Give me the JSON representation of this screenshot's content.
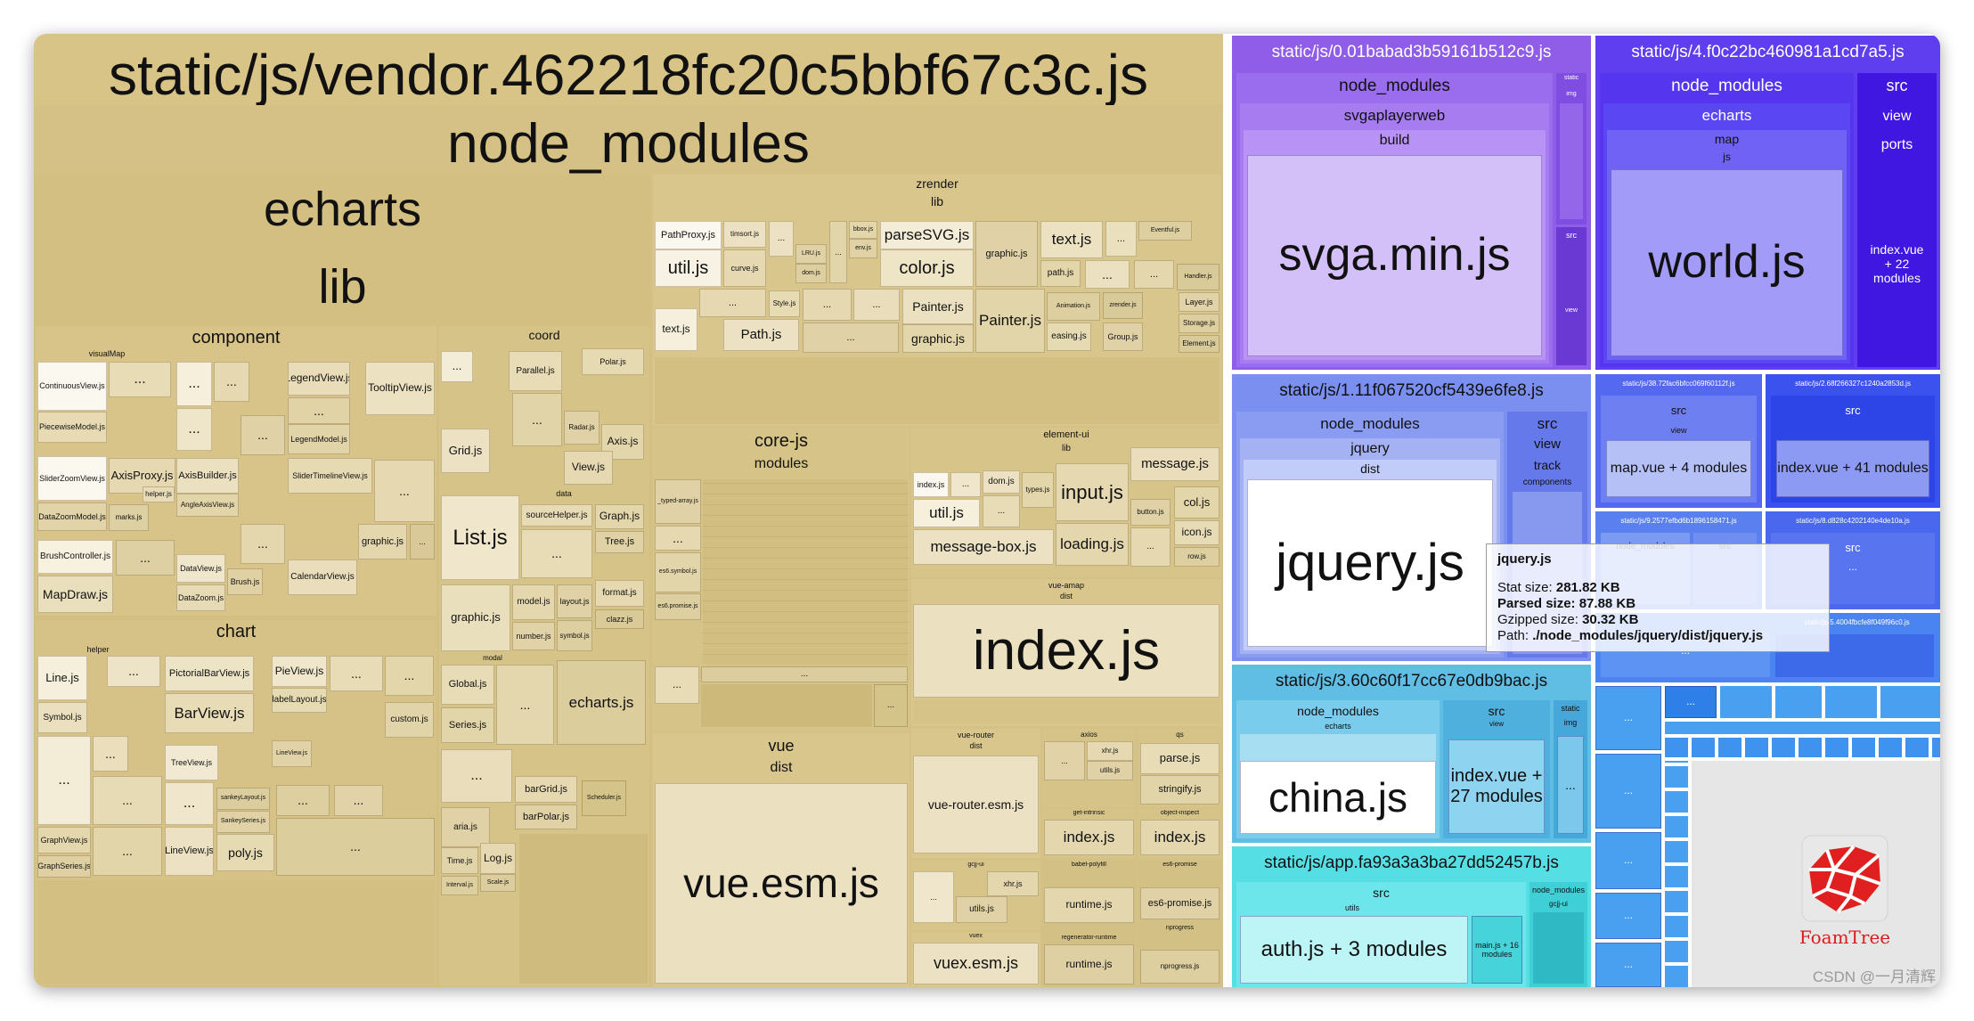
{
  "vendor": {
    "title": "static/js/vendor.462218fc20c5bbf67c3c.js",
    "node_modules": "node_modules",
    "echarts": "echarts",
    "lib": "lib",
    "component": "component",
    "coord": "coord",
    "chart": "chart",
    "helper": "helper",
    "visualMap": "visualMap",
    "modules_small": "modal",
    "data_small": "data",
    "components": {
      "continuous": "ContinuousView.js",
      "piecewise": "PiecewiseModel.js",
      "sliderzoom": "SliderZoomView.js",
      "datazoommodel": "DataZoomModel.js",
      "brushcontroller": "BrushController.js",
      "mapdraw": "MapDraw.js",
      "axisproxy": "AxisProxy.js",
      "axisbuilder": "AxisBuilder.js",
      "legendview": "LegendView.js",
      "legendmodel": "LegendModel.js",
      "tooltipview": "TooltipView.js",
      "slidertimeline": "SliderTimelineView.js",
      "graphic": "graphic.js",
      "dataview": "DataView.js",
      "datazoom": "DataZoom.js",
      "calendarview": "CalendarView.js",
      "brush": "Brush.js",
      "anglezoom": "AngleAxisView.js",
      "helperjs": "helper.js",
      "marks": "marks.js"
    },
    "coordItems": {
      "parallel": "Parallel.js",
      "polar": "Polar.js",
      "radar": "Radar.js",
      "grid": "Grid.js",
      "axis": "Axis.js",
      "view": "View.js",
      "list": "List.js",
      "sourcehelper": "sourceHelper.js",
      "graph": "Graph.js",
      "tree": "Tree.js",
      "graphic": "graphic.js",
      "model": "model.js",
      "layout": "layout.js",
      "format": "format.js",
      "number": "number.js",
      "symbol": "symbol.js",
      "clazz": "clazz.js",
      "global": "Global.js",
      "series": "Series.js",
      "echartsjs": "echarts.js",
      "aria": "aria.js",
      "bargrid": "barGrid.js",
      "barpolar": "barPolar.js",
      "time": "Time.js",
      "log": "Log.js",
      "scheduler": "Scheduler.js",
      "scale": "Scale.js",
      "interval": "Interval.js"
    },
    "chartItems": {
      "line": "Line.js",
      "symbol": "Symbol.js",
      "pictorial": "PictorialBarView.js",
      "barview": "BarView.js",
      "pieview": "PieView.js",
      "labellayout": "labelLayout.js",
      "treeview": "TreeView.js",
      "lineview2": "LineView.js",
      "custom": "custom.js",
      "sankeylayout": "sankeyLayout.js",
      "sankeyseries": "SankeySeries.js",
      "poly": "poly.js",
      "graphview": "GraphView.js",
      "graphseries": "GraphSeries.js",
      "lineview": "LineView.js"
    },
    "zrender": "zrender",
    "zlib": "lib",
    "zItems": {
      "pathproxy": "PathProxy.js",
      "timsort": "timsort.js",
      "util": "util.js",
      "curve": "curve.js",
      "parsesvg": "parseSVG.js",
      "color": "color.js",
      "lru": "LRU.js",
      "dom": "dom.js",
      "bbox": "bbox.js",
      "env": "env.js",
      "graphic": "graphic.js",
      "textjs": "text.js",
      "path": "path.js",
      "eventful": "Eventful.js",
      "handler": "Handler.js",
      "text": "text.js",
      "pathjs": "Path.js",
      "style": "Style.js",
      "painter": "Painter.js",
      "painter2": "Painter.js",
      "graphicjs": "graphic.js",
      "animation": "Animation.js",
      "zrender": "zrender.js",
      "layer": "Layer.js",
      "storage": "Storage.js",
      "easing": "easing.js",
      "group": "Group.js",
      "element": "Element.js"
    },
    "corejs": "core-js",
    "coremodules": "modules",
    "coreItems": {
      "typedarray": "_typed-array.js",
      "es6symbol": "es6.symbol.js",
      "es6promise": "es6.promise.js"
    },
    "elementui": "element-ui",
    "elib": "lib",
    "eItems": {
      "index": "index.js",
      "dom": "dom.js",
      "types": "types.js",
      "input": "input.js",
      "message": "message.js",
      "util": "util.js",
      "button": "button.js",
      "col": "col.js",
      "icon": "icon.js",
      "messagebox": "message-box.js",
      "loading": "loading.js",
      "row": "row.js"
    },
    "vueamap": "vue-amap",
    "amapdist": "dist",
    "amapindex": "index.js",
    "vue": "vue",
    "vuedist": "dist",
    "vueesm": "vue.esm.js",
    "vuerouter": "vue-router",
    "vrdist": "dist",
    "vrfile": "vue-router.esm.js",
    "axios": "axios",
    "axiosItems": {
      "xhr": "xhr.js",
      "utils": "utils.js",
      "index": "index.js"
    },
    "qs": "qs",
    "qsItems": {
      "parse": "parse.js",
      "stringify": "stringify.js"
    },
    "getintrinsic": "get-intrinsic",
    "objectinspect": "object-inspect",
    "objindex": "index.js",
    "gcjui": "gcjj-ui",
    "gcjItems": {
      "xhr": "xhr.js",
      "utils": "utils.js"
    },
    "babelpolyfill": "babel-polyfill",
    "es6promise": "es6-promise",
    "runtime": "runtime.js",
    "es6promisejs": "es6-promise.js",
    "nprogress": "nprogress",
    "nprogressjs": "nprogress.js",
    "vuex": "vuex",
    "vuexesm": "vuex.esm.js",
    "regenerator": "regenerator-runtime",
    "runtime2": "runtime.js",
    "ellipsis": "..."
  },
  "chunk0": {
    "title": "static/js/0.01babad3b59161b512c9.js",
    "node_modules": "node_modules",
    "svgaplayerweb": "svgaplayerweb",
    "build": "build",
    "file": "svga.min.js",
    "static": "static",
    "img": "img",
    "src": "src",
    "view": "view"
  },
  "chunk4": {
    "title": "static/js/4.f0c22bc460981a1cd7a5.js",
    "node_modules": "node_modules",
    "echarts": "echarts",
    "map": "map",
    "js": "js",
    "file": "world.js",
    "src": "src",
    "view": "view",
    "ports": "ports",
    "indexvue": "index.vue + 22 modules"
  },
  "chunk1": {
    "title": "static/js/1.11f067520cf5439e6fe8.js",
    "node_modules": "node_modules",
    "jquery": "jquery",
    "dist": "dist",
    "file": "jquery.js",
    "src": "src",
    "view": "view",
    "track": "track",
    "components": "components"
  },
  "chunkA": {
    "title": "static/js/38.72fac6bfcc069f60112f.js",
    "src": "src",
    "view": "view",
    "file": "map.vue + 4 modules"
  },
  "chunkB": {
    "title": "static/js/2.68f266327c1240a2853d.js",
    "src": "src",
    "file": "index.vue + 41 modules"
  },
  "chunkC": {
    "title": "static/js/9.2577efbd6b1896158471.js",
    "node_modules": "node_modules",
    "src": "src"
  },
  "chunkD": {
    "title": "static/js/8.d828c4202140e4de10a.js",
    "src": "src"
  },
  "chunkE": {
    "title": "static/js/5.4004fbcfe8f049f96c0.js"
  },
  "chunk3": {
    "title": "static/js/3.60c60f17cc67e0db9bac.js",
    "node_modules": "node_modules",
    "echarts": "echarts",
    "file": "china.js",
    "src": "src",
    "view": "view",
    "indexvue": "index.vue + 27 modules",
    "static": "static",
    "img": "img"
  },
  "app": {
    "title": "static/js/app.fa93a3a3ba27dd52457b.js",
    "src": "src",
    "utils": "utils",
    "file": "auth.js + 3 modules",
    "mainjs": "main.js + 16 modules",
    "node_modules": "node_modules",
    "gcjui": "gcjj-ui"
  },
  "tooltip": {
    "name": "jquery.js",
    "stat_label": "Stat size:",
    "stat": "281.82 KB",
    "parsed_label": "Parsed size:",
    "parsed": "87.88 KB",
    "gzip_label": "Gzipped size:",
    "gzip": "30.32 KB",
    "path_label": "Path:",
    "path": "./node_modules/jquery/dist/jquery.js"
  },
  "logo": {
    "name": "FoamTree",
    "icon": "foamtree-logo-icon"
  },
  "watermark": "CSDN @一月清辉",
  "ellipsis": "...",
  "colors": {
    "vendor": "#d9c48a",
    "chunk0": "#9b6bec",
    "chunk4": "#5a3cf2",
    "chunk1": "#7a8ff0",
    "small": "#5b6ff2",
    "chunk3": "#66bfe2",
    "app": "#5fe0e4",
    "blue": "#4a9ff0"
  }
}
